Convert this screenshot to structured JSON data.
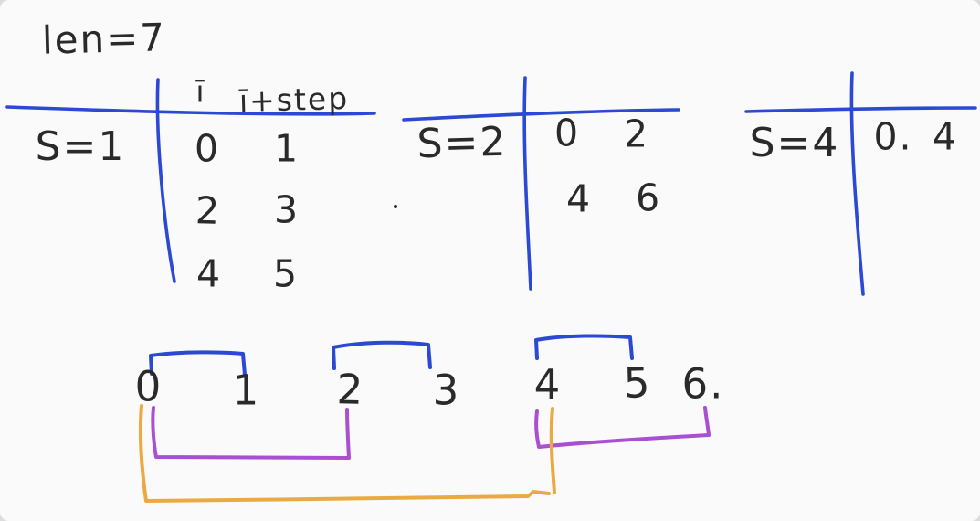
{
  "title": "len=7",
  "colors": {
    "ink": "#2a2a2a",
    "line-blue": "#2b49d2",
    "bracket-purple": "#a94fd2",
    "bracket-orange": "#eaaa43",
    "bg": "#fafafa"
  },
  "tables": [
    {
      "label": "S=1",
      "col1_header": "ī",
      "col2_header": "ī+step",
      "rows": [
        [
          "0",
          "1"
        ],
        [
          "2",
          "3"
        ],
        [
          "4",
          "5"
        ]
      ]
    },
    {
      "label": "S=2",
      "rows": [
        [
          "0",
          "2"
        ],
        [
          "4",
          "6"
        ]
      ]
    },
    {
      "label": "S=4",
      "rows": [
        [
          "0.",
          "4"
        ]
      ]
    }
  ],
  "number_line": {
    "labels": [
      "0",
      "1",
      "2",
      "3",
      "4",
      "5",
      "6."
    ]
  },
  "brackets": {
    "top_pairs": [
      [
        "0",
        "1"
      ],
      [
        "2",
        "3"
      ],
      [
        "4",
        "5"
      ]
    ],
    "middle_merges": [
      [
        "0",
        "2"
      ],
      [
        "4",
        "6"
      ]
    ],
    "outer_merge": [
      [
        "0",
        "4"
      ]
    ]
  }
}
